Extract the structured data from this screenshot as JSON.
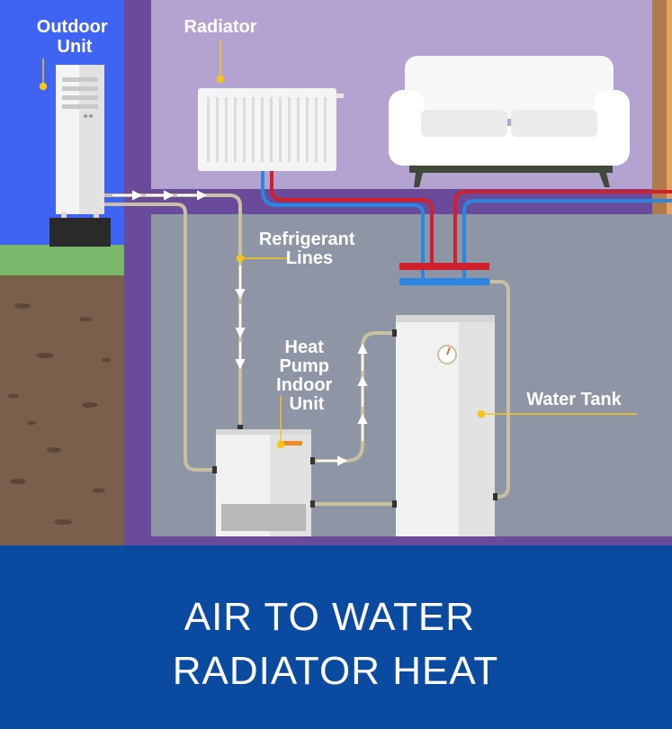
{
  "labels": {
    "outdoor_unit": [
      "Outdoor",
      "Unit"
    ],
    "radiator": "Radiator",
    "refrigerant_lines": [
      "Refrigerant",
      "Lines"
    ],
    "heat_pump_indoor_unit": [
      "Heat",
      "Pump",
      "Indoor",
      "Unit"
    ],
    "water_tank": "Water Tank"
  },
  "title": [
    "AIR TO WATER",
    "RADIATOR HEAT"
  ],
  "colors": {
    "sky": "#3f63f2",
    "upper_room": "#b4a2d0",
    "lower_room": "#8e96a6",
    "wall": "#6a4a9a",
    "ground_grass": "#7cb86b",
    "soil": "#7a5f4a",
    "title_band": "#0a4aa0",
    "hot_pipe": "#d0202e",
    "cold_pipe": "#2a86e0",
    "refrigerant_pipe": "#c9c0a4",
    "label_dot": "#f5c518"
  }
}
